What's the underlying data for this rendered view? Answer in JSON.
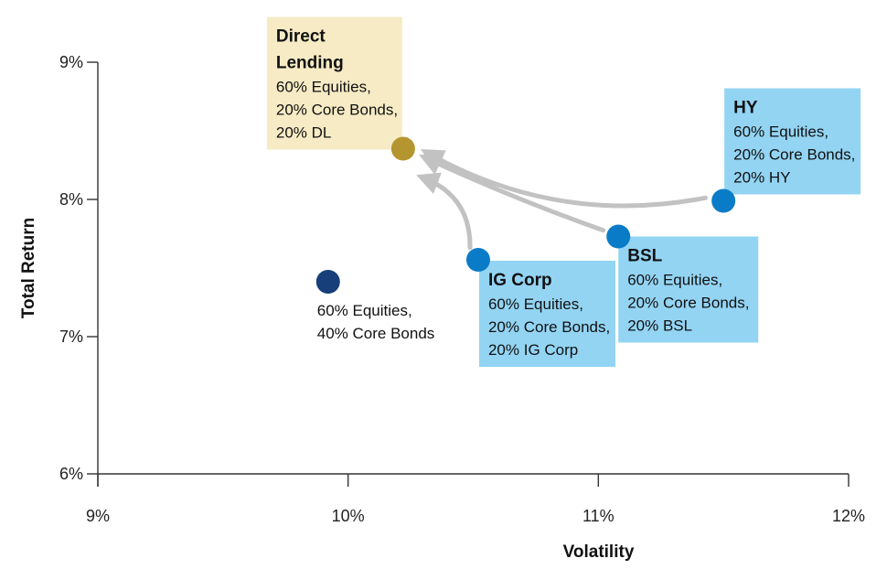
{
  "chart_data": {
    "type": "scatter",
    "xlabel": "Volatility",
    "ylabel": "Total Return",
    "xlim": [
      9,
      12
    ],
    "ylim": [
      6,
      9
    ],
    "x_ticks": [
      "9%",
      "10%",
      "11%",
      "12%"
    ],
    "y_ticks": [
      "6%",
      "7%",
      "8%",
      "9%"
    ],
    "grid": false,
    "legend": "none",
    "points": [
      {
        "id": "base",
        "x": 9.92,
        "y": 7.4,
        "color": "#173f7a",
        "title": "",
        "lines": [
          "60% Equities,",
          "40% Core Bonds"
        ],
        "boxed": false
      },
      {
        "id": "ig",
        "x": 10.52,
        "y": 7.56,
        "color": "#0a7cc7",
        "title": "IG Corp",
        "lines": [
          "60% Equities,",
          "20% Core Bonds,",
          "20% IG Corp"
        ],
        "boxed": true,
        "box_color": "#93d4f3"
      },
      {
        "id": "bsl",
        "x": 11.08,
        "y": 7.73,
        "color": "#0a7cc7",
        "title": "BSL",
        "lines": [
          "60% Equities,",
          "20% Core Bonds,",
          "20% BSL"
        ],
        "boxed": true,
        "box_color": "#93d4f3"
      },
      {
        "id": "hy",
        "x": 11.5,
        "y": 7.99,
        "color": "#0a7cc7",
        "title": "HY",
        "lines": [
          "60% Equities,",
          "20% Core Bonds,",
          "20% HY"
        ],
        "boxed": true,
        "box_color": "#93d4f3"
      },
      {
        "id": "dl",
        "x": 10.22,
        "y": 8.37,
        "color": "#b5952f",
        "title": "Direct Lending",
        "title_lines": [
          "Direct",
          "Lending"
        ],
        "lines": [
          "60% Equities,",
          "20% Core Bonds,",
          "20% DL"
        ],
        "boxed": true,
        "box_color": "#f6ebc4"
      }
    ],
    "arrows": [
      {
        "from": "ig",
        "to": "dl"
      },
      {
        "from": "bsl",
        "to": "dl"
      },
      {
        "from": "hy",
        "to": "dl"
      }
    ],
    "colors": {
      "axis": "#333333",
      "arrow": "#c2c2c2"
    }
  }
}
